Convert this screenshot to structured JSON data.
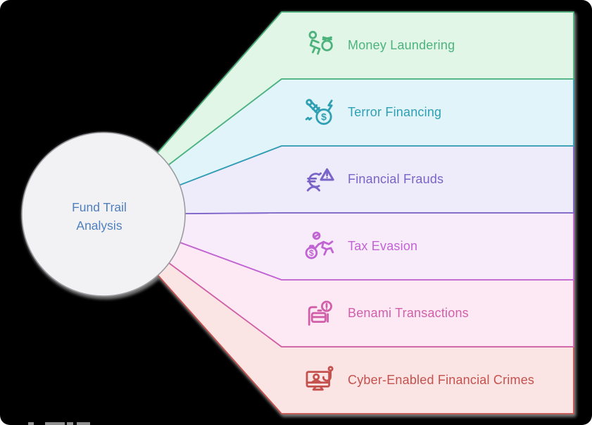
{
  "diagram": {
    "background_color": "#000000",
    "center": {
      "label": "Fund Trail Analysis",
      "fill": "#f2f2f4",
      "stroke": "#9a9ca0",
      "text_color": "#4f7fbe"
    },
    "branches": [
      {
        "id": "money-laundering",
        "label": "Money Laundering",
        "icon": "money-laundering-icon",
        "fill": "#e1f6e7",
        "stroke": "#4db37d",
        "text_color": "#4db37d"
      },
      {
        "id": "terror-financing",
        "label": "Terror Financing",
        "icon": "terror-financing-icon",
        "fill": "#e0f4f9",
        "stroke": "#2f9fb4",
        "text_color": "#2f9fb4"
      },
      {
        "id": "financial-frauds",
        "label": "Financial Frauds",
        "icon": "financial-frauds-icon",
        "fill": "#eeebfa",
        "stroke": "#7a64c8",
        "text_color": "#7a64c8"
      },
      {
        "id": "tax-evasion",
        "label": "Tax Evasion",
        "icon": "tax-evasion-icon",
        "fill": "#f8ecfb",
        "stroke": "#c263d4",
        "text_color": "#c263d4"
      },
      {
        "id": "benami-transactions",
        "label": "Benami Transactions",
        "icon": "benami-transactions-icon",
        "fill": "#fce9f3",
        "stroke": "#d15fa9",
        "text_color": "#d15fa9"
      },
      {
        "id": "cyber-enabled-financial-crimes",
        "label": "Cyber-Enabled Financial Crimes",
        "icon": "cyber-enabled-financial-crimes-icon",
        "fill": "#fbe5e4",
        "stroke": "#c5514e",
        "text_color": "#c5514e"
      }
    ]
  }
}
